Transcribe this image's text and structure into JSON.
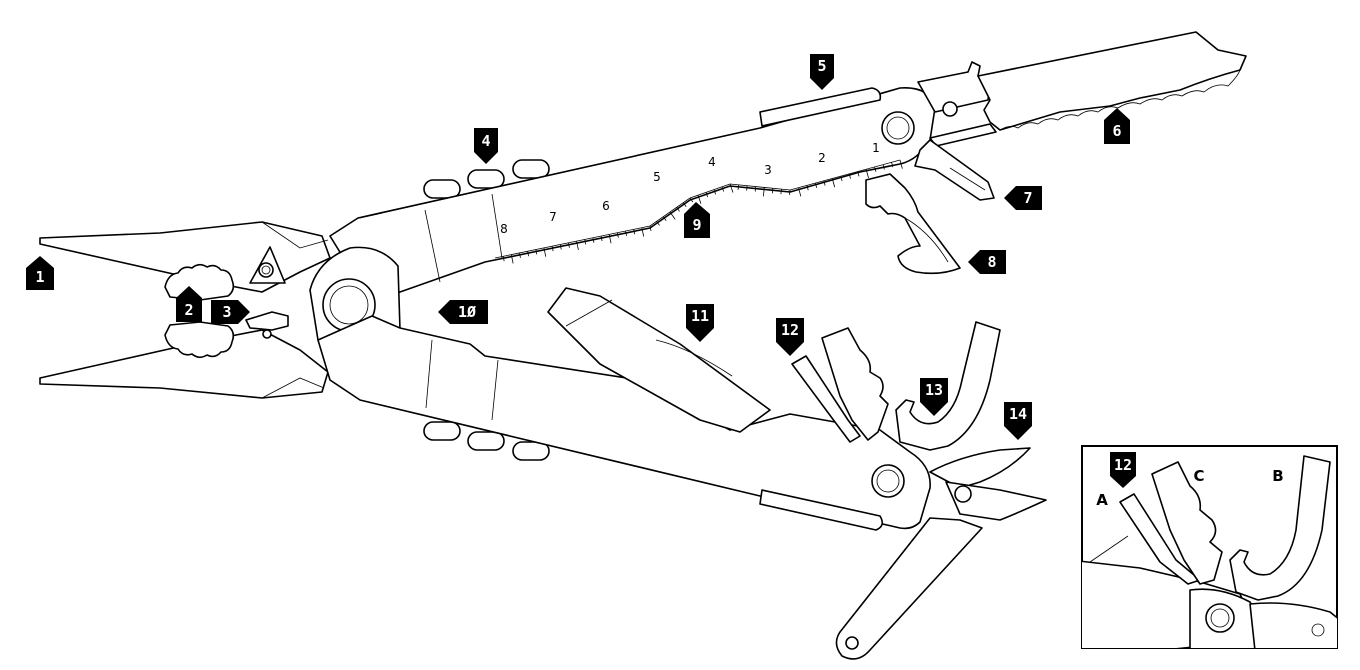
{
  "callouts": {
    "c1": "1",
    "c2": "2",
    "c3": "3",
    "c4": "4",
    "c5": "5",
    "c6": "6",
    "c7": "7",
    "c8": "8",
    "c9": "9",
    "c10": "1Ø",
    "c11": "11",
    "c12": "12",
    "c13": "13",
    "c14": "14"
  },
  "ruler": {
    "marks": [
      "1",
      "2",
      "3",
      "4",
      "5",
      "6",
      "7",
      "8"
    ]
  },
  "inset": {
    "callout": "12",
    "label_a": "A",
    "label_b": "B",
    "label_c": "C"
  }
}
